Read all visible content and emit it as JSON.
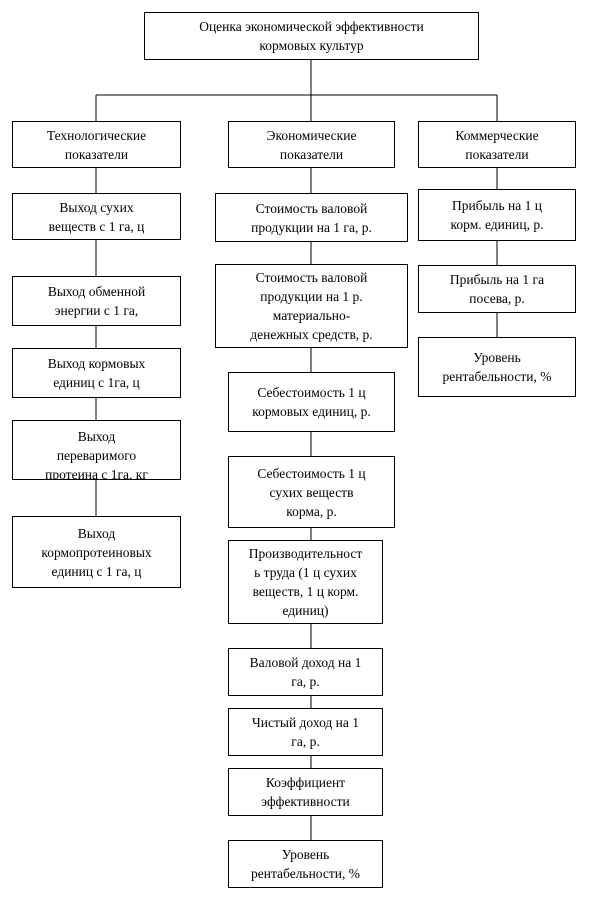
{
  "root": {
    "label": "Оценка экономической эффективности\nкормовых культур"
  },
  "columns": [
    {
      "header": "Технологические\nпоказатели",
      "items": [
        "Выход сухих\nвеществ с 1 га, ц",
        "Выход обменной\nэнергии с 1 га,",
        "Выход кормовых\nединиц с 1га, ц",
        "Выход\nпереваримого\nпротеина с 1га, кг",
        "Выход\nкормопротеиновых\nединиц с 1 га, ц"
      ]
    },
    {
      "header": "Экономические\nпоказатели",
      "items": [
        "Стоимость валовой\nпродукции на 1 га, р.",
        "Стоимость валовой\nпродукции на 1 р.\nматериально-\nденежных средств, р.",
        "Себестоимость 1 ц\nкормовых единиц, р.",
        "Себестоимость 1 ц\nсухих веществ\nкорма, р.",
        "Производительност\nь труда (1 ц сухих\nвеществ, 1 ц корм.\nединиц)",
        "Валовой доход на 1\nга, р.",
        "Чистый доход на 1\nга, р.",
        "Коэффициент\nэффективности",
        "Уровень\nрентабельности, %"
      ]
    },
    {
      "header": "Коммерческие\nпоказатели",
      "items": [
        "Прибыль на 1 ц\nкорм. единиц, р.",
        "Прибыль на 1 га\nпосева, р.",
        "Уровень\nрентабельности, %"
      ]
    }
  ]
}
